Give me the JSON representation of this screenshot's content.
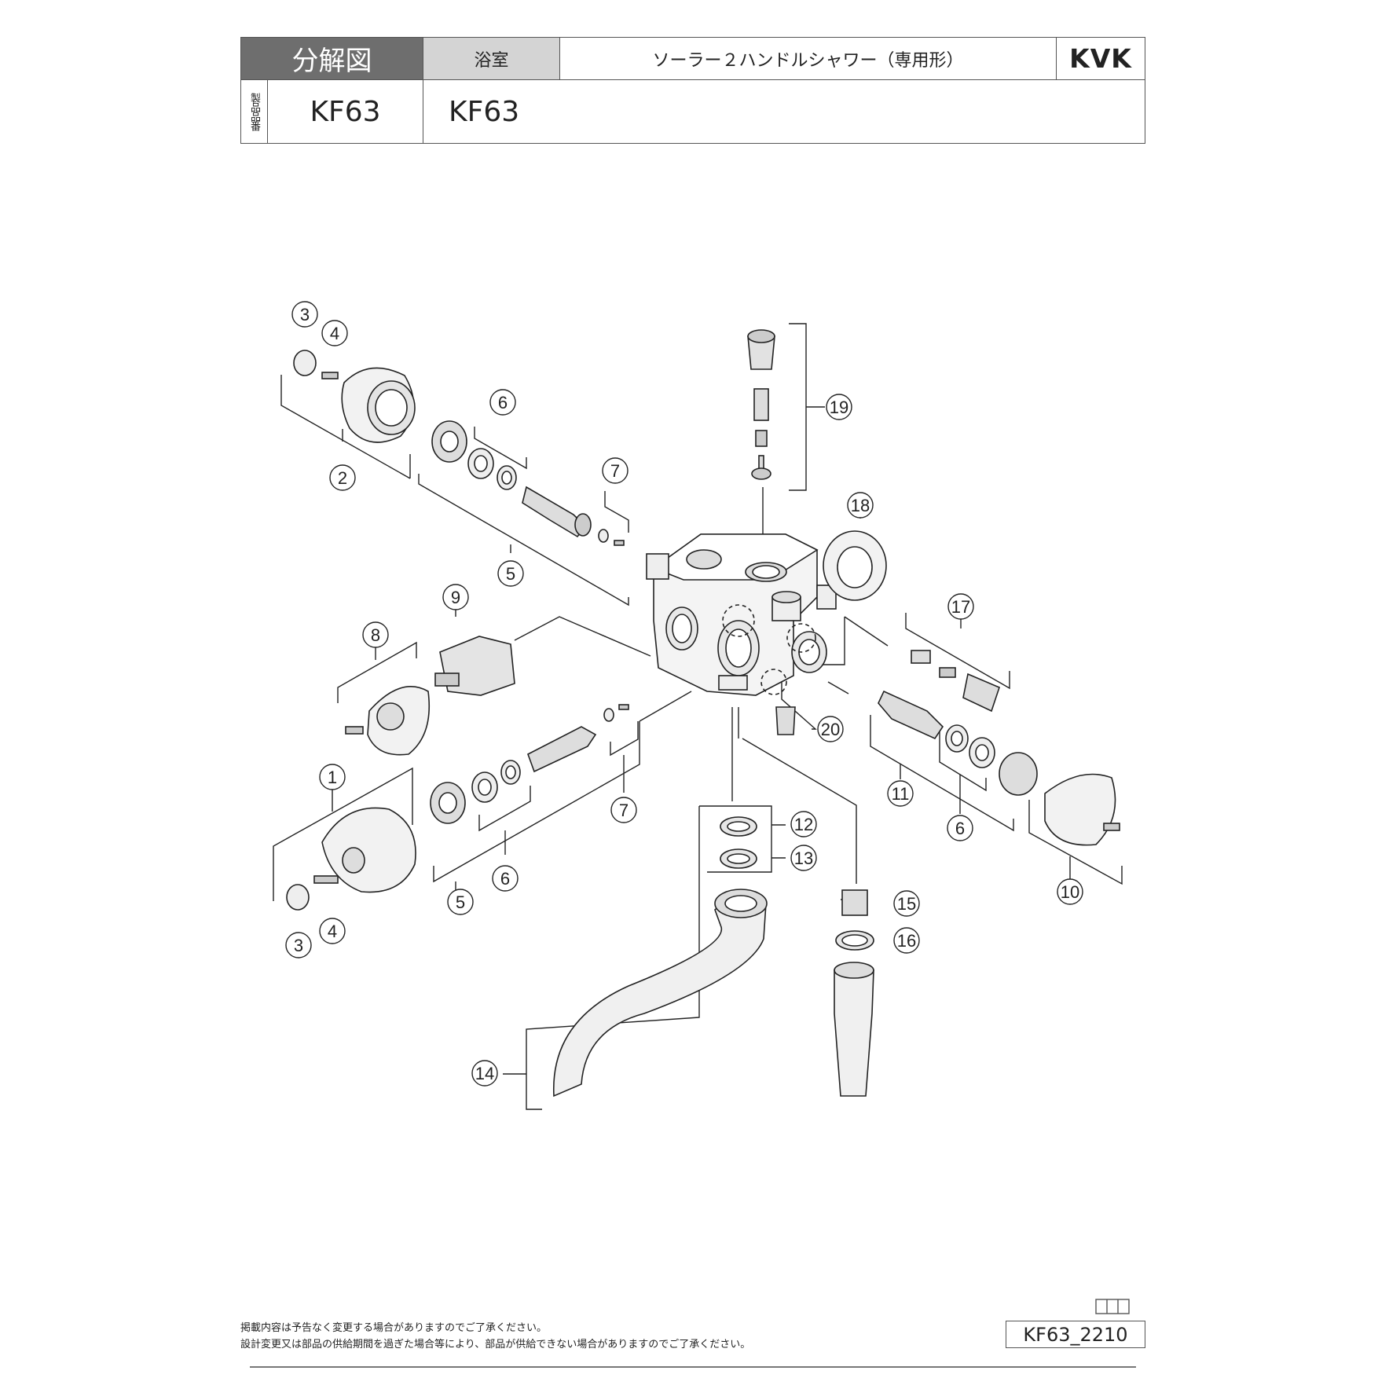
{
  "header": {
    "title": "分解図",
    "category": "浴室",
    "product_name": "ソーラー２ハンドルシャワー（専用形）",
    "brand": "KVK",
    "product_code_label": "製品品番",
    "product_code": "KF63",
    "product_code_2": "KF63"
  },
  "callouts": [
    "1",
    "2",
    "3",
    "3",
    "4",
    "4",
    "5",
    "5",
    "6",
    "6",
    "6",
    "7",
    "7",
    "8",
    "9",
    "10",
    "11",
    "12",
    "13",
    "14",
    "15",
    "16",
    "17",
    "18",
    "19",
    "20"
  ],
  "footer": {
    "notice_1": "掲載内容は予告なく変更する場合がありますのでご了承ください。",
    "notice_2": "設計変更又は部品の供給期間を過ぎた場合等により、部品が供給できない場合がありますのでご了承ください。",
    "document_id": "KF63_2210"
  }
}
